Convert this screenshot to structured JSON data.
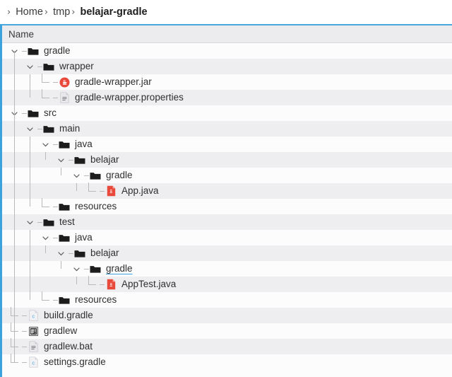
{
  "breadcrumb": {
    "separator": "›",
    "items": [
      {
        "label": "Home",
        "current": false
      },
      {
        "label": "tmp",
        "current": false
      },
      {
        "label": "belajar-gradle",
        "current": true
      }
    ]
  },
  "column_header": {
    "name_label": "Name"
  },
  "colors": {
    "accent_border": "#3ba2dd",
    "header_bg": "#ececee",
    "row_odd": "#fcfcfc",
    "row_even": "#eeeef1",
    "folder": "#1c1c1c",
    "java_file": "#e8493a",
    "jar_badge": "#e8493a",
    "gradle_file": "#4aa8dc",
    "text": "#2f2f2f"
  },
  "tree": {
    "rows": [
      {
        "name": "gradle",
        "depth": 0,
        "icon": "folder-icon",
        "toggle": "chevron-down-icon",
        "hovered": false
      },
      {
        "name": "wrapper",
        "depth": 1,
        "icon": "folder-icon",
        "toggle": "chevron-down-icon",
        "hovered": false
      },
      {
        "name": "gradle-wrapper.jar",
        "depth": 2,
        "icon": "jar-file-icon",
        "toggle": "elbow",
        "hovered": false
      },
      {
        "name": "gradle-wrapper.properties",
        "depth": 2,
        "icon": "properties-file-icon",
        "toggle": "elbow-last",
        "hovered": false
      },
      {
        "name": "src",
        "depth": 0,
        "icon": "folder-icon",
        "toggle": "chevron-down-icon",
        "hovered": false
      },
      {
        "name": "main",
        "depth": 1,
        "icon": "folder-icon",
        "toggle": "chevron-down-icon",
        "hovered": false
      },
      {
        "name": "java",
        "depth": 2,
        "icon": "folder-icon",
        "toggle": "chevron-down-icon",
        "hovered": false
      },
      {
        "name": "belajar",
        "depth": 3,
        "icon": "folder-icon",
        "toggle": "chevron-down-icon",
        "hovered": false
      },
      {
        "name": "gradle",
        "depth": 4,
        "icon": "folder-icon",
        "toggle": "chevron-down-icon",
        "hovered": false
      },
      {
        "name": "App.java",
        "depth": 5,
        "icon": "java-file-icon",
        "toggle": "elbow-last",
        "hovered": false
      },
      {
        "name": "resources",
        "depth": 2,
        "icon": "folder-icon",
        "toggle": "elbow-last",
        "hovered": false
      },
      {
        "name": "test",
        "depth": 1,
        "icon": "folder-icon",
        "toggle": "chevron-down-icon",
        "hovered": false
      },
      {
        "name": "java",
        "depth": 2,
        "icon": "folder-icon",
        "toggle": "chevron-down-icon",
        "hovered": false
      },
      {
        "name": "belajar",
        "depth": 3,
        "icon": "folder-icon",
        "toggle": "chevron-down-icon",
        "hovered": false
      },
      {
        "name": "gradle",
        "depth": 4,
        "icon": "folder-icon",
        "toggle": "chevron-down-icon",
        "hovered": true
      },
      {
        "name": "AppTest.java",
        "depth": 5,
        "icon": "java-file-icon",
        "toggle": "elbow-last",
        "hovered": false
      },
      {
        "name": "resources",
        "depth": 2,
        "icon": "folder-icon",
        "toggle": "elbow-last",
        "hovered": false
      },
      {
        "name": "build.gradle",
        "depth": 0,
        "icon": "gradle-file-icon",
        "toggle": "elbow",
        "hovered": false
      },
      {
        "name": "gradlew",
        "depth": 0,
        "icon": "shell-script-icon",
        "toggle": "elbow",
        "hovered": false
      },
      {
        "name": "gradlew.bat",
        "depth": 0,
        "icon": "text-file-icon",
        "toggle": "elbow",
        "hovered": false
      },
      {
        "name": "settings.gradle",
        "depth": 0,
        "icon": "gradle-file-icon",
        "toggle": "elbow-last",
        "hovered": false
      }
    ]
  }
}
